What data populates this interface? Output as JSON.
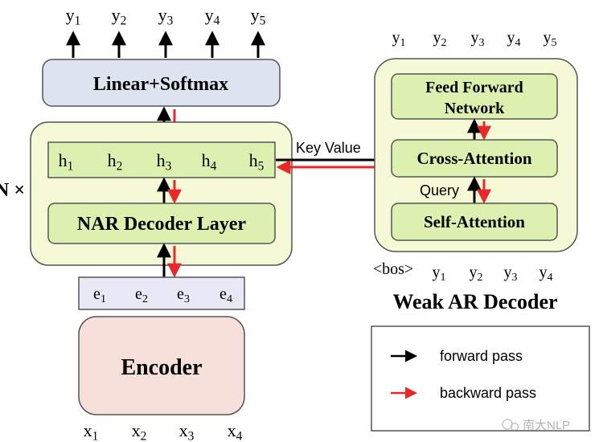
{
  "outputs_top": [
    "y1",
    "y2",
    "y3",
    "y4",
    "y5"
  ],
  "linear_softmax": "Linear+Softmax",
  "hidden": [
    "h1",
    "h2",
    "h3",
    "h4",
    "h5"
  ],
  "nar_layer": "NAR Decoder Layer",
  "n_times": "N ×",
  "embeds": [
    "e1",
    "e2",
    "e3",
    "e4"
  ],
  "encoder": "Encoder",
  "inputs": [
    "x1",
    "x2",
    "x3",
    "x4"
  ],
  "key_value": "Key Value",
  "ar": {
    "outputs": [
      "y1",
      "y2",
      "y3",
      "y4",
      "y5"
    ],
    "ffn_line1": "Feed Forward",
    "ffn_line2": "Network",
    "cross_attention": "Cross-Attention",
    "query": "Query",
    "self_attention": "Self-Attention",
    "bos": "<bos>",
    "inputs": [
      "y1",
      "y2",
      "y3",
      "y4"
    ],
    "title": "Weak AR Decoder"
  },
  "legend": {
    "forward": "forward pass",
    "backward": "backward pass"
  },
  "watermark": "南大NLP",
  "colors": {
    "forward": "#000000",
    "backward": "#e8282a",
    "yellow_outer": "#f6f9d6",
    "green_box": "#dcf1b0",
    "blue_box": "#dbe4ef",
    "pink_box": "#f8e0da",
    "lavender": "#e8e8f7"
  }
}
